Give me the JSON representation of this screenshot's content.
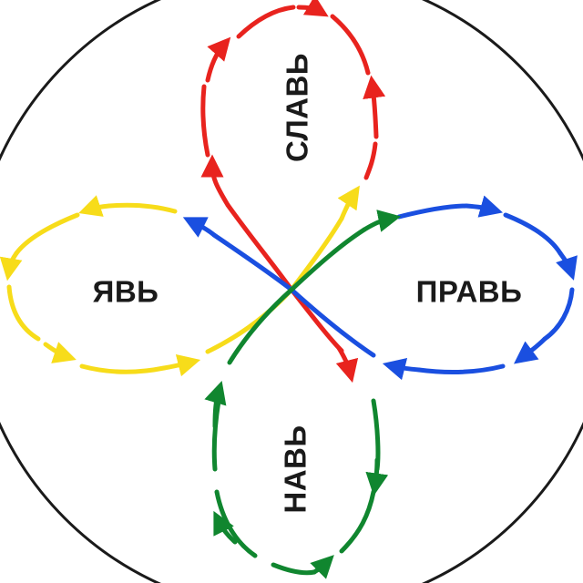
{
  "labels": {
    "top": "СЛАВЬ",
    "left": "ЯВЬ",
    "right": "ПРАВЬ",
    "bottom": "НАВЬ"
  },
  "colors": {
    "slav": "#e8231e",
    "yav": "#f7dc1a",
    "prav": "#1a4fe0",
    "nav": "#10862f",
    "circle": "#1a1a1a",
    "text": "#1a1a1a"
  }
}
